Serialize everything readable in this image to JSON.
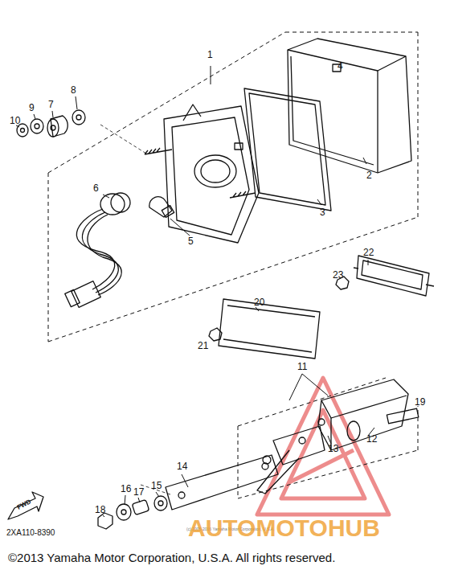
{
  "diagram": {
    "caption": "©2013 Yamaha Motor Corporation, U.S.A. All rights reserved.",
    "labels": [
      "1",
      "2",
      "3",
      "4",
      "5",
      "6",
      "7",
      "8",
      "9",
      "10",
      "11",
      "12",
      "13",
      "14",
      "15",
      "16",
      "17",
      "18",
      "19",
      "20",
      "21",
      "22",
      "23",
      "FWD",
      "2XA110-8390",
      "(c) 2005-2016 Yamaha Motor Corporation, U.S.A.",
      "AUTOMOTOHUB"
    ]
  }
}
